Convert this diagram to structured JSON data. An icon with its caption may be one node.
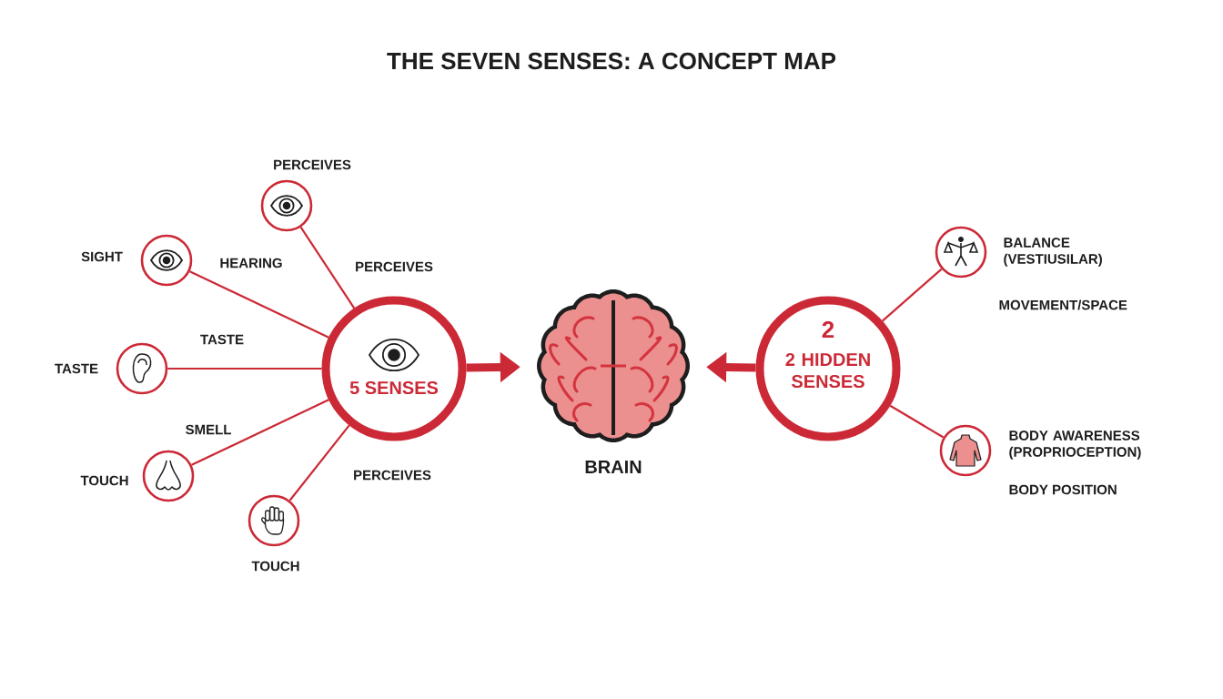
{
  "diagram": {
    "title": "THE SEVEN SENSES: A CONCEPT MAP",
    "nodes": [
      {
        "text": [],
        "shape": "circle",
        "beside": [
          "PERCEIVES"
        ]
      },
      {
        "text": [],
        "shape": "circle",
        "beside": [
          "SIGHT"
        ]
      },
      {
        "text": [],
        "shape": "circle",
        "beside": [
          "TASTE"
        ]
      },
      {
        "text": [],
        "shape": "circle",
        "beside": [
          "TOUCH"
        ]
      },
      {
        "text": [],
        "shape": "circle",
        "beside": [
          "TOUCH"
        ]
      },
      {
        "text": [
          "5 SENSES"
        ]
      },
      {
        "text": [
          "BRAIN"
        ]
      },
      {
        "text": [
          "2",
          "2 HIDDEN SENSES"
        ]
      },
      {
        "text": [],
        "shape": "circle",
        "beside": [
          "BALANCE (VESTIUSILAR)",
          "MOVEMENT/SPACE"
        ]
      },
      {
        "text": [],
        "shape": "circle",
        "beside": [
          "BODY AWARENESS (PROPRIOCEPTION)",
          "BODY POSITION"
        ]
      }
    ],
    "edges": [
      {
        "from": 0,
        "to": 5,
        "arrow": "none",
        "label": "PERCEIVES"
      },
      {
        "from": 1,
        "to": 5,
        "arrow": "none",
        "label": "HEARING"
      },
      {
        "from": 2,
        "to": 5,
        "arrow": "none",
        "label": "TASTE"
      },
      {
        "from": 3,
        "to": 5,
        "arrow": "none",
        "label": "SMELL"
      },
      {
        "from": 4,
        "to": 5,
        "arrow": "none",
        "label": "PERCEIVES"
      },
      {
        "from": 5,
        "to": 6,
        "arrow": "to",
        "style": "thick"
      },
      {
        "from": 7,
        "to": 6,
        "arrow": "to",
        "style": "thick"
      },
      {
        "from": 7,
        "to": 8,
        "arrow": "none"
      },
      {
        "from": 7,
        "to": 9,
        "arrow": "none"
      }
    ]
  }
}
